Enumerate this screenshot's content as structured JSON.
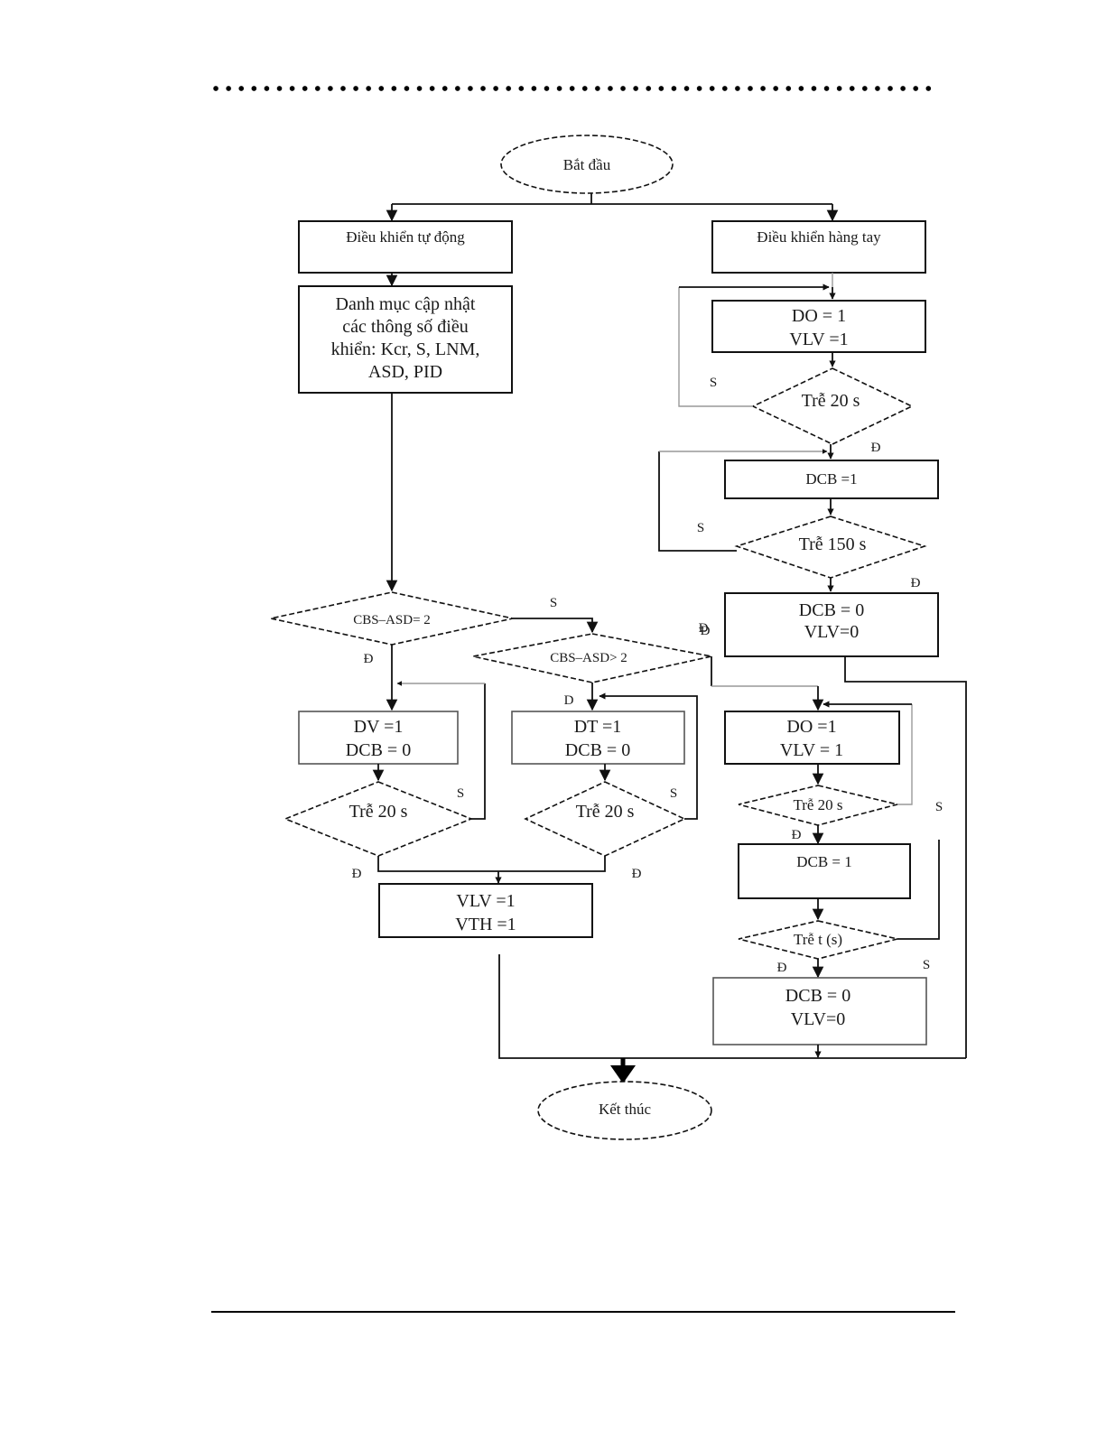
{
  "page": {
    "header_rule": "dotted",
    "footer_rule": "solid"
  },
  "flowchart": {
    "start": "Bắt đầu",
    "end": "Kết thúc",
    "auto_branch": {
      "title": "Điều khiển tự động",
      "params": [
        "Danh mục cập nhật",
        "các thông số điều",
        "khiển: Kcr, S, LNM,",
        "ASD, PID"
      ],
      "decision1": "CBS–ASD= 2",
      "decision2": "CBS–ASD> 2",
      "left_action": [
        "DV =1",
        "DCB = 0"
      ],
      "left_delay": "Trễ 20 s",
      "mid_action": [
        "DT =1",
        "DCB = 0"
      ],
      "mid_delay": "Trễ 20 s",
      "merge_action": [
        "VLV =1",
        "VTH =1"
      ],
      "right_action": [
        "DO =1",
        "VLV = 1"
      ],
      "right_delay": "Trễ 20 s",
      "right_dcb1": "DCB = 1",
      "right_delay_t": "Trễ t (s)",
      "right_final": [
        "DCB = 0",
        "VLV=0"
      ]
    },
    "manual_branch": {
      "title": "Điều khiển hàng tay",
      "step1": [
        "DO = 1",
        "VLV =1"
      ],
      "delay1": "Trễ 20 s",
      "step2": "DCB =1",
      "delay2": "Trễ 150 s",
      "step3": [
        "DCB = 0",
        "VLV=0"
      ]
    },
    "labels": {
      "yes": "Đ",
      "no": "S",
      "d_alt": "D"
    }
  }
}
